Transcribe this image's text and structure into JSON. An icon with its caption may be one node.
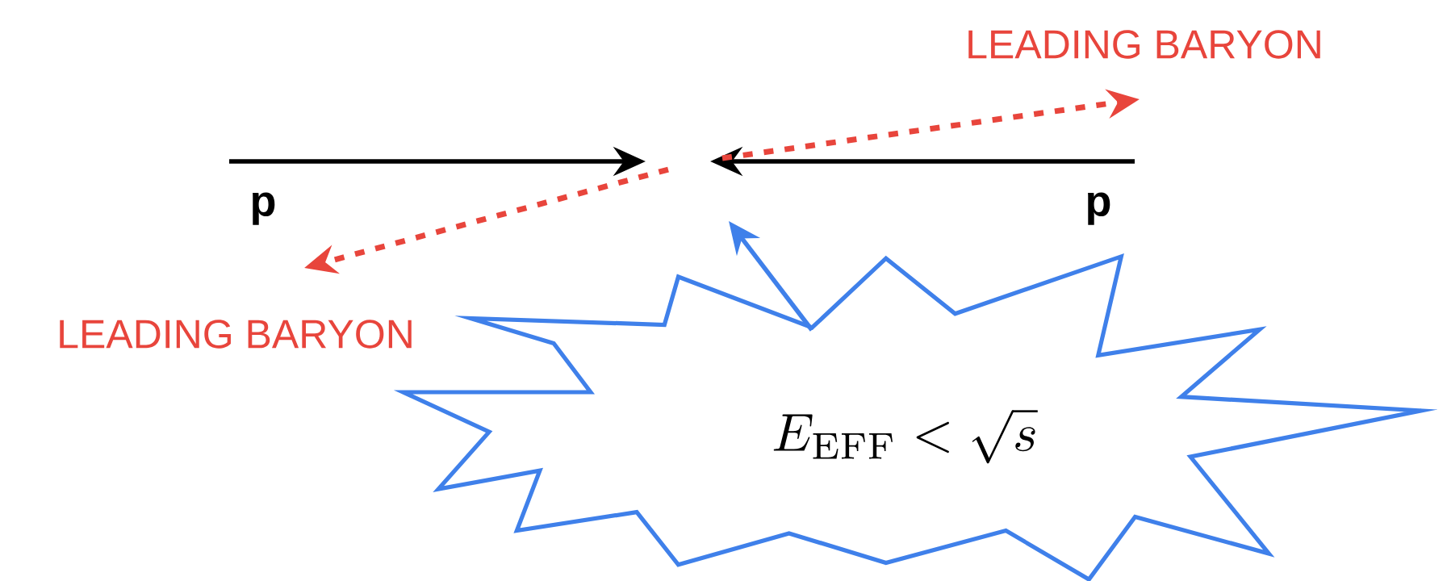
{
  "diagram": {
    "nodes": [
      {
        "text": [
          "LEADING BARYON"
        ]
      },
      {
        "text": [
          "p"
        ]
      },
      {
        "text": [
          "p"
        ]
      },
      {
        "text": [
          "LEADING BARYON"
        ]
      },
      {
        "text": [
          "E_{\\mathrm{EFF}} < \\sqrt{s}"
        ]
      }
    ],
    "edges": [
      {
        "from": 1,
        "to": null,
        "arrow": "to"
      },
      {
        "from": 2,
        "to": null,
        "arrow": "to"
      },
      {
        "from": null,
        "to": 0,
        "arrow": "to",
        "style": "dashed",
        "color": "#e8453c"
      },
      {
        "from": null,
        "to": 3,
        "arrow": "to",
        "style": "dashed",
        "color": "#e8453c"
      },
      {
        "from": 4,
        "to": null,
        "arrow": "to",
        "color": "#3f80ea"
      }
    ]
  }
}
